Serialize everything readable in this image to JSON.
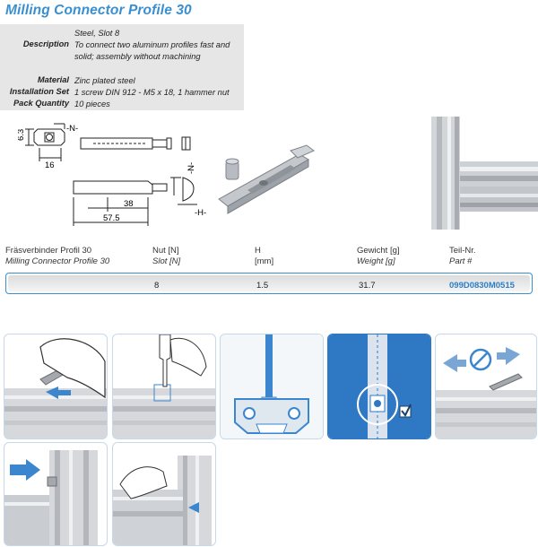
{
  "title": "Milling Connector Profile 30",
  "specs": [
    {
      "label": "",
      "value": "Steel, Slot 8"
    },
    {
      "label": "Description",
      "value": "To connect two aluminum profiles fast and solid; assembly without machining"
    },
    {
      "label": "Material",
      "value": "Zinc plated steel"
    },
    {
      "label": "Installation Set",
      "value": "1 screw DIN 912 - M5 x 18, 1 hammer nut"
    },
    {
      "label": "Pack Quantity",
      "value": "10 pieces"
    }
  ],
  "drawing": {
    "dim_height": "6.3",
    "dim_n_top": "-N-",
    "dim_width": "16",
    "dim_n_side": "-N-",
    "dim_h": "-H-",
    "dim_38": "38",
    "dim_57": "57.5"
  },
  "table": {
    "headers": [
      {
        "de": "Fräsverbinder Profil 30",
        "en": "Milling Connector Profile 30"
      },
      {
        "de": "Nut [N]",
        "en": "Slot [N]"
      },
      {
        "de": "H",
        "en": "[mm]"
      },
      {
        "de": "Gewicht [g]",
        "en": "Weight [g]"
      },
      {
        "de": "Teil-Nr.",
        "en": "Part #"
      }
    ],
    "row": {
      "name": "",
      "slot": "8",
      "h": "1.5",
      "weight": "31.7",
      "part": "099D0830M0515"
    }
  },
  "colors": {
    "accent": "#3a8fd0",
    "panel_border": "#c6d8ea",
    "profile_blue": "#2f78c4"
  }
}
